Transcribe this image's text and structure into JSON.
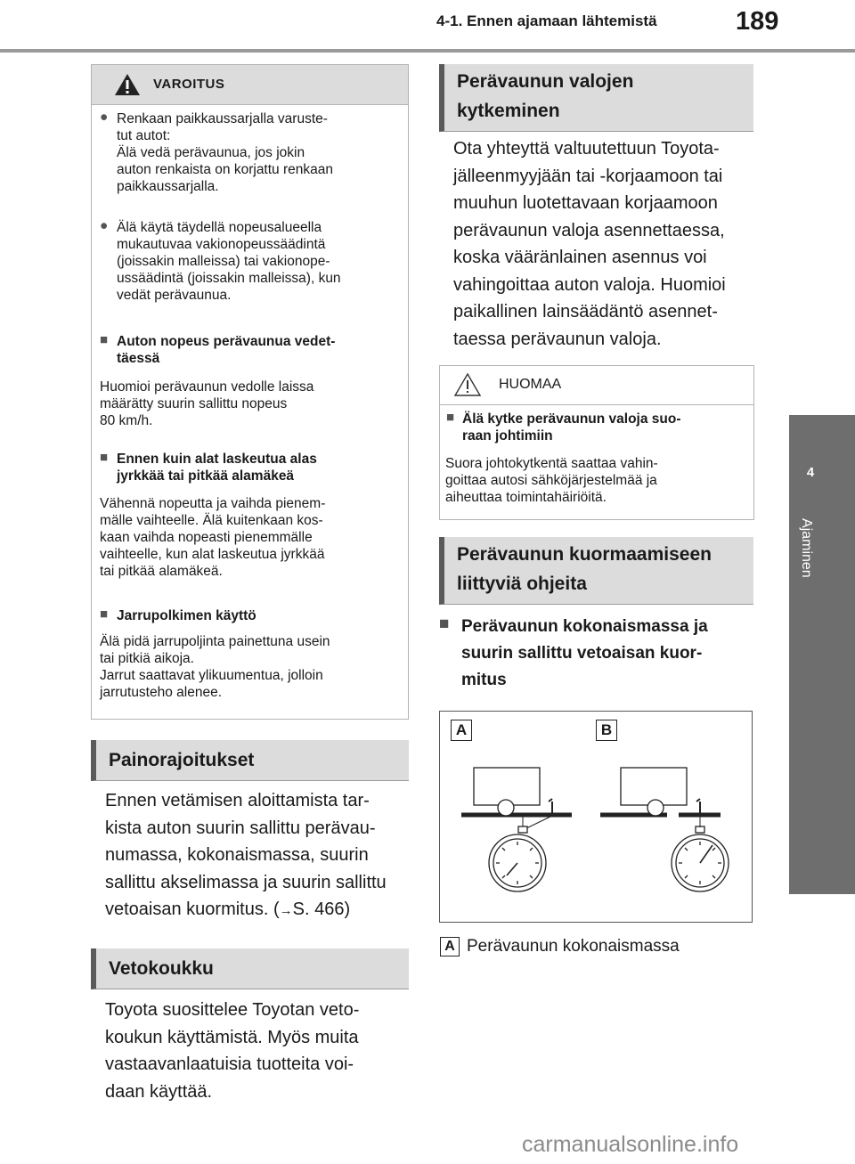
{
  "header": {
    "section": "4-1. Ennen ajamaan lähtemistä",
    "page": "189"
  },
  "side_tab": {
    "number": "4",
    "label": "Ajaminen"
  },
  "warning": {
    "title": "VAROITUS",
    "bullets": [
      [
        "Renkaan paikkaussarjalla varuste-",
        "tut autot:",
        "Älä vedä perävaunua, jos jokin",
        "auton renkaista on korjattu renkaan",
        "paikkaussarjalla."
      ],
      [
        "Älä käytä täydellä nopeusalueella",
        "mukautuvaa vakionopeussäädintä",
        "(joissakin malleissa) tai vakionope-",
        "ussäädintä (joissakin malleissa), kun",
        "vedät perävaunua."
      ]
    ],
    "items": [
      {
        "heading": [
          "Auton nopeus perävaunua vedet-",
          "täessä"
        ],
        "text": [
          "Huomioi perävaunun vedolle laissa",
          "määrätty suurin sallittu nopeus",
          "80 km/h."
        ]
      },
      {
        "heading": [
          "Ennen kuin alat laskeutua alas",
          "jyrkkää tai pitkää alamäkeä"
        ],
        "text": [
          "Vähennä nopeutta ja vaihda pienem-",
          "mälle vaihteelle. Älä kuitenkaan kos-",
          "kaan vaihda nopeasti pienemmälle",
          "vaihteelle, kun alat laskeutua jyrkkää",
          "tai pitkää alamäkeä."
        ]
      },
      {
        "heading": [
          "Jarrupolkimen käyttö"
        ],
        "text": [
          "Älä pidä jarrupoljinta painettuna usein",
          "tai pitkiä aikoja.",
          "Jarrut saattavat ylikuumentua, jolloin",
          "jarrutusteho alenee."
        ]
      }
    ]
  },
  "sections": {
    "painorajoitukset": {
      "title": "Painorajoitukset",
      "lines": [
        "Ennen vetämisen aloittamista tar-",
        "kista auton suurin sallittu perävau-",
        "numassa, kokonaismassa, suurin",
        "sallittu akselimassa ja suurin sallittu"
      ],
      "lastline": "vetoaisan kuormitus. (",
      "arrow": "→",
      "ref": "S. 466)"
    },
    "vetokoukku": {
      "title": "Vetokoukku",
      "lines": [
        "Toyota suosittelee Toyotan veto-",
        "koukun käyttämistä. Myös muita",
        "vastaavanlaatuisia tuotteita voi-",
        "daan käyttää."
      ]
    },
    "valot": {
      "title": [
        "Perävaunun valojen",
        "kytkeminen"
      ],
      "lines": [
        "Ota yhteyttä valtuutettuun Toyota-",
        "jälleenmyyjään tai -korjaamoon tai",
        "muuhun luotettavaan korjaamoon",
        "perävaunun valoja asennettaessa,",
        "koska vääränlainen asennus voi",
        "vahingoittaa auton valoja. Huomioi",
        "paikallinen lainsäädäntö asennet-",
        "taessa perävaunun valoja."
      ]
    },
    "kuormaus": {
      "title": [
        "Perävaunun kuormaamiseen",
        "liittyviä ohjeita"
      ]
    }
  },
  "notice": {
    "title": "HUOMAA",
    "heading": [
      "Älä kytke perävaunun valoja suo-",
      "raan johtimiin"
    ],
    "text": [
      "Suora johtokytkentä saattaa vahin-",
      "goittaa autosi sähköjärjestelmää ja",
      "aiheuttaa toimintahäiriöitä."
    ]
  },
  "mass_heading": [
    "Perävaunun kokonaismassa ja",
    "suurin sallittu vetoaisan kuor-",
    "mitus"
  ],
  "figure": {
    "label_a": "A",
    "label_b": "B"
  },
  "caption": {
    "label": "A",
    "text": "Perävaunun kokonaismassa"
  },
  "watermark": "carmanualsonline.info"
}
